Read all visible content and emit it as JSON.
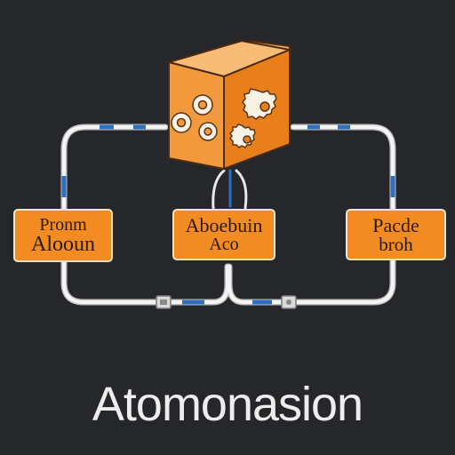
{
  "diagram": {
    "title": "Atomonasion",
    "nodes": [
      {
        "line1": "Pronm",
        "line2": "Alooun"
      },
      {
        "line1": "Aboebuin",
        "line2": "Aco"
      },
      {
        "line1": "Pacde",
        "line2": "broh"
      }
    ],
    "icons": {
      "hub": "gear-box-icon",
      "connector": "plug-icon"
    },
    "colors": {
      "background": "#25272a",
      "node_fill": "#f28b22",
      "pipe": "#f2f2f2",
      "pipe_accent": "#2f6fc0"
    }
  }
}
